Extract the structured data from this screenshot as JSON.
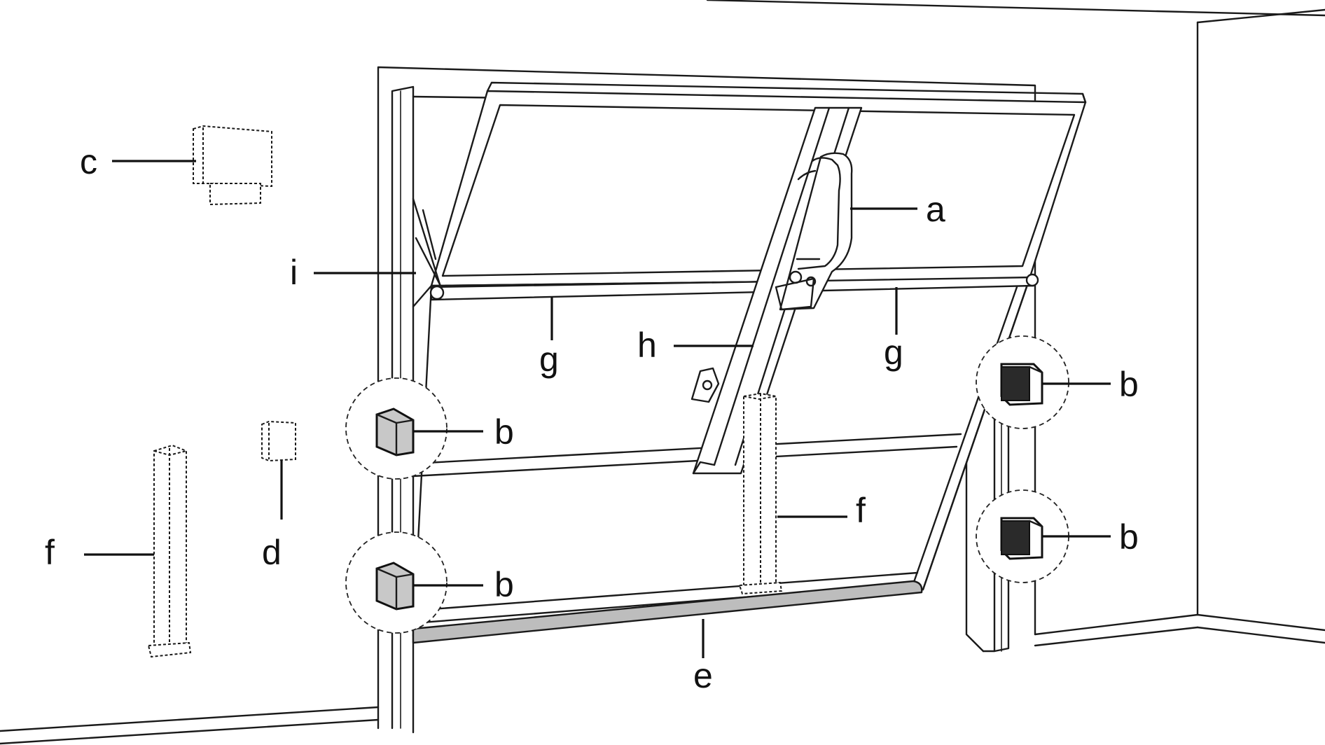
{
  "labels": {
    "a": "a",
    "b": "b",
    "c": "c",
    "d": "d",
    "e": "e",
    "f": "f",
    "g": "g",
    "h": "h",
    "i": "i"
  },
  "colors": {
    "line": "#1a1a1a",
    "photocell_body": "#c8c8c8",
    "reflector_face": "#2a2a2a",
    "bottom_seal": "#bdbdbd"
  }
}
